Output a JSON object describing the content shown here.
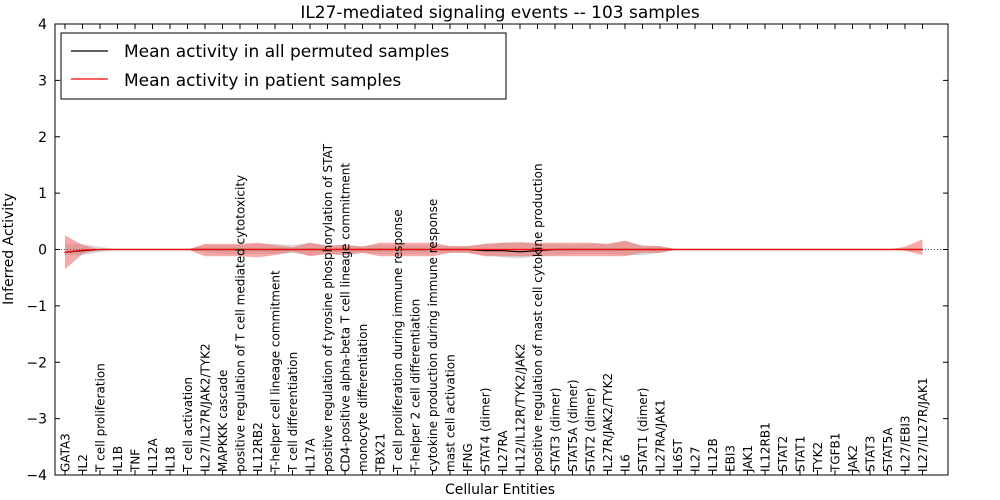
{
  "chart_data": {
    "type": "line",
    "title": "IL27-mediated signaling events -- 103 samples",
    "xlabel": "Cellular Entities",
    "ylabel": "Inferred Activity",
    "ylim": [
      -4,
      4
    ],
    "yticks": [
      -4,
      -3,
      -2,
      -1,
      0,
      1,
      2,
      3,
      4
    ],
    "ytick_labels": [
      "−4",
      "−3",
      "−2",
      "−1",
      "0",
      "1",
      "2",
      "3",
      "4"
    ],
    "grid": false,
    "legend_position": "top-left",
    "categories": [
      "GATA3",
      "IL2",
      "T cell proliferation",
      "IL1B",
      "TNF",
      "IL12A",
      "IL18",
      "T cell activation",
      "IL27/IL27R/JAK2/TYK2",
      "MAPKKK cascade",
      "positive regulation of T cell mediated cytotoxicity",
      "IL12RB2",
      "T-helper cell lineage commitment",
      "T cell differentiation",
      "IL17A",
      "positive regulation of tyrosine phosphorylation of STAT",
      "CD4-positive alpha-beta T cell lineage commitment",
      "monocyte differentiation",
      "TBX21",
      "T cell proliferation during immune response",
      "T-helper 2 cell differentiation",
      "cytokine production during immune response",
      "mast cell activation",
      "IFNG",
      "STAT4 (dimer)",
      "IL27RA",
      "IL12/IL12R/TYK2/JAK2",
      "positive regulation of mast cell cytokine production",
      "STAT3 (dimer)",
      "STAT5A (dimer)",
      "STAT2 (dimer)",
      "IL27R/JAK2/TYK2",
      "IL6",
      "STAT1 (dimer)",
      "IL27RA/JAK1",
      "IL6ST",
      "IL27",
      "IL12B",
      "EBI3",
      "JAK1",
      "IL12RB1",
      "STAT2",
      "STAT1",
      "TYK2",
      "TGFB1",
      "JAK2",
      "STAT3",
      "STAT5A",
      "IL27/EBI3",
      "IL27/IL27R/JAK1"
    ],
    "series": [
      {
        "name": "Mean activity in all permuted samples",
        "color": "#000000",
        "band_color": "#bbbbbb",
        "values": [
          -0.05,
          -0.02,
          0,
          0,
          0,
          0,
          0,
          0,
          0,
          0,
          0,
          0,
          0,
          0,
          0,
          0,
          0,
          0,
          0,
          0,
          0,
          0,
          0,
          0,
          -0.02,
          -0.02,
          -0.04,
          -0.02,
          0,
          0,
          0,
          0,
          0,
          0,
          0,
          0,
          0,
          0,
          0,
          0,
          0,
          0,
          0,
          0,
          0,
          0,
          0,
          0,
          0,
          0
        ],
        "band_low": [
          -0.1,
          -0.1,
          -0.05,
          0,
          0,
          0,
          0,
          0,
          -0.05,
          -0.08,
          -0.08,
          -0.08,
          -0.08,
          -0.06,
          -0.1,
          -0.08,
          -0.08,
          -0.06,
          -0.08,
          -0.08,
          -0.08,
          -0.06,
          -0.06,
          -0.06,
          -0.1,
          -0.14,
          -0.16,
          -0.12,
          -0.1,
          -0.08,
          -0.08,
          -0.08,
          -0.1,
          -0.1,
          -0.06,
          0,
          0,
          0,
          0,
          0,
          0,
          0,
          0,
          0,
          0,
          0,
          0,
          0,
          0,
          0
        ],
        "band_high": [
          0.1,
          0.1,
          0.05,
          0,
          0,
          0,
          0,
          0,
          0.08,
          0.08,
          0.08,
          0.1,
          0.1,
          0.08,
          0.12,
          0.08,
          0.08,
          0.06,
          0.08,
          0.08,
          0.08,
          0.08,
          0.06,
          0.06,
          0.1,
          0.12,
          0.14,
          0.1,
          0.1,
          0.08,
          0.1,
          0.1,
          0.14,
          0.08,
          0.06,
          0,
          0,
          0,
          0,
          0,
          0,
          0,
          0,
          0,
          0,
          0,
          0,
          0,
          0,
          0
        ]
      },
      {
        "name": "Mean activity in patient samples",
        "color": "#ff0000",
        "band_color": "#ef6f6f",
        "values": [
          -0.05,
          -0.01,
          0,
          0,
          0,
          0,
          0,
          0,
          0,
          0,
          0,
          0,
          0,
          0,
          0,
          0,
          0,
          0,
          0,
          0,
          0,
          0,
          0,
          0,
          0,
          0,
          0,
          0,
          0,
          0,
          0,
          0,
          0,
          0,
          0,
          0,
          0,
          0,
          0,
          0,
          0,
          0,
          0,
          0,
          0,
          0,
          0,
          0,
          0,
          0
        ],
        "band_low": [
          -0.35,
          -0.08,
          0,
          0,
          0,
          0,
          0,
          0,
          -0.12,
          -0.12,
          -0.12,
          -0.14,
          -0.1,
          -0.04,
          -0.12,
          -0.08,
          -0.1,
          -0.06,
          -0.12,
          -0.12,
          -0.12,
          -0.12,
          -0.06,
          -0.06,
          -0.12,
          -0.12,
          -0.12,
          -0.12,
          -0.12,
          -0.12,
          -0.12,
          -0.12,
          -0.12,
          -0.06,
          -0.06,
          0,
          0,
          0,
          0,
          0,
          0,
          0,
          0,
          0,
          0,
          0,
          0,
          0,
          -0.02,
          -0.1
        ],
        "band_high": [
          0.25,
          0.08,
          0,
          0,
          0,
          0,
          0,
          0,
          0.1,
          0.1,
          0.1,
          0.12,
          0.08,
          0.04,
          0.12,
          0.06,
          0.08,
          0.05,
          0.12,
          0.12,
          0.12,
          0.12,
          0.06,
          0.06,
          0.1,
          0.12,
          0.12,
          0.12,
          0.12,
          0.12,
          0.12,
          0.1,
          0.16,
          0.06,
          0.06,
          0,
          0,
          0,
          0,
          0,
          0,
          0,
          0,
          0,
          0,
          0,
          0,
          0,
          0.05,
          0.18
        ]
      }
    ]
  }
}
